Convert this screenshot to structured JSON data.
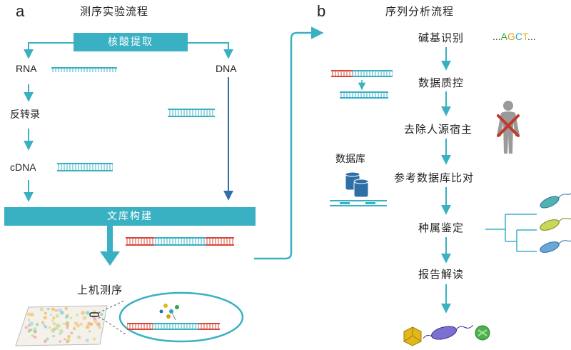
{
  "panel_a": {
    "letter": "a",
    "title": "测序实验流程",
    "extract_bar": "核酸提取",
    "rna": "RNA",
    "dna": "DNA",
    "reverse_transcription": "反转录",
    "cdna": "cDNA",
    "library_bar": "文库构建",
    "sequencing": "上机测序"
  },
  "panel_b": {
    "letter": "b",
    "title": "序列分析流程",
    "steps": [
      "碱基识别",
      "数据质控",
      "去除人源宿主",
      "参考数据库比对",
      "种属鉴定",
      "报告解读"
    ],
    "database_label": "数据库",
    "sequence": {
      "prefix": "...",
      "bases": [
        {
          "char": "A",
          "color": "#2eaa3e"
        },
        {
          "char": "G",
          "color": "#e09a1a"
        },
        {
          "char": "C",
          "color": "#2aa6c8"
        },
        {
          "char": "T",
          "color": "#e0b81a"
        }
      ],
      "suffix": "..."
    }
  },
  "colors": {
    "teal": "#3ab0c3",
    "dark_blue": "#2e6fa8",
    "red": "#d6493a",
    "cross": "#c0392b",
    "gray": "#9a9a9a"
  }
}
